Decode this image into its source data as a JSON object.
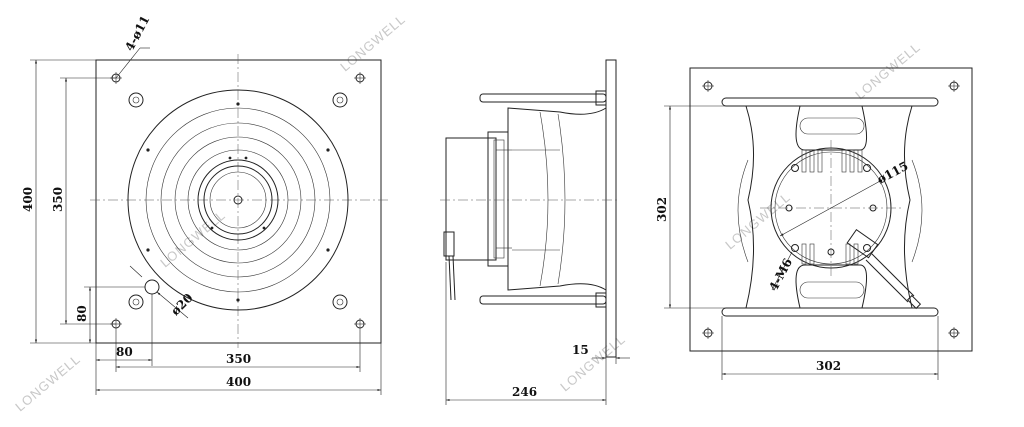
{
  "watermark": "LONGWELL",
  "front_view": {
    "hole_callout": "4-ø11",
    "height_outer": "400",
    "height_inner": "350",
    "height_small": "80",
    "width_small": "80",
    "width_inner": "350",
    "width_outer": "400",
    "hole_diameter": "ø20"
  },
  "side_view": {
    "flange_thickness": "15",
    "depth": "246"
  },
  "rear_view": {
    "height": "302",
    "width": "302",
    "bore_diameter": "ø115",
    "thread_callout": "4-M6"
  }
}
